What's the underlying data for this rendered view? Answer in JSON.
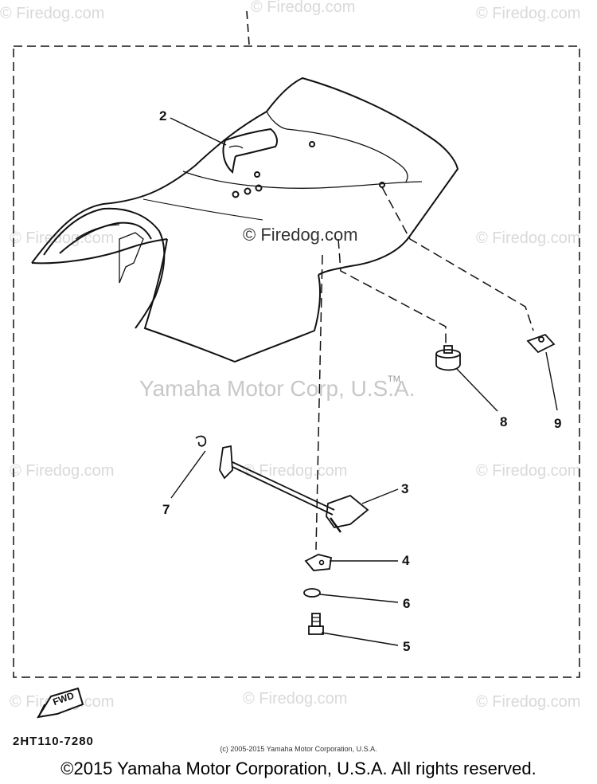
{
  "watermarks": {
    "firedog": "© Firedog.com",
    "firedog_center": "© Firedog.com",
    "yamaha_center": "Yamaha Motor Corp, U.S.A.",
    "trademark": "TM"
  },
  "callouts": [
    "2",
    "3",
    "4",
    "5",
    "6",
    "7",
    "8",
    "9"
  ],
  "fwd_label": "FWD",
  "diagram_code": "2HT110-7280",
  "small_copyright": "(c) 2005-2015 Yamaha Motor Corporation, U.S.A.",
  "footer_copyright": "©2015 Yamaha Motor Corporation, U.S.A. All rights reserved."
}
